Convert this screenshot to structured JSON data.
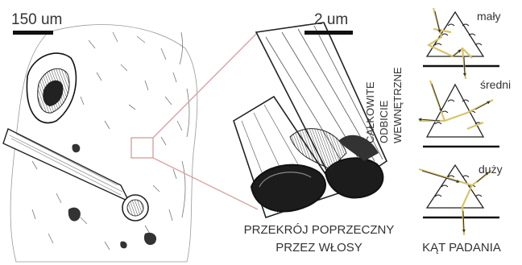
{
  "left_panel": {
    "scale_label": "150 um"
  },
  "middle_panel": {
    "scale_label": "2 um",
    "caption_line1": "PRZEKRÓJ POPRZECZNY",
    "caption_line2": "PRZEZ WŁOSY"
  },
  "vertical_label": {
    "lines": [
      "CAŁKOWITE",
      "ODBICIE",
      "WEWNĘTRZNE"
    ]
  },
  "right_panel": {
    "title": "KĄT PADANIA",
    "angles": [
      {
        "label": "mały"
      },
      {
        "label": "średni"
      },
      {
        "label": "duży"
      }
    ],
    "ray_color": "#d8c46a",
    "line_color": "#111111"
  }
}
